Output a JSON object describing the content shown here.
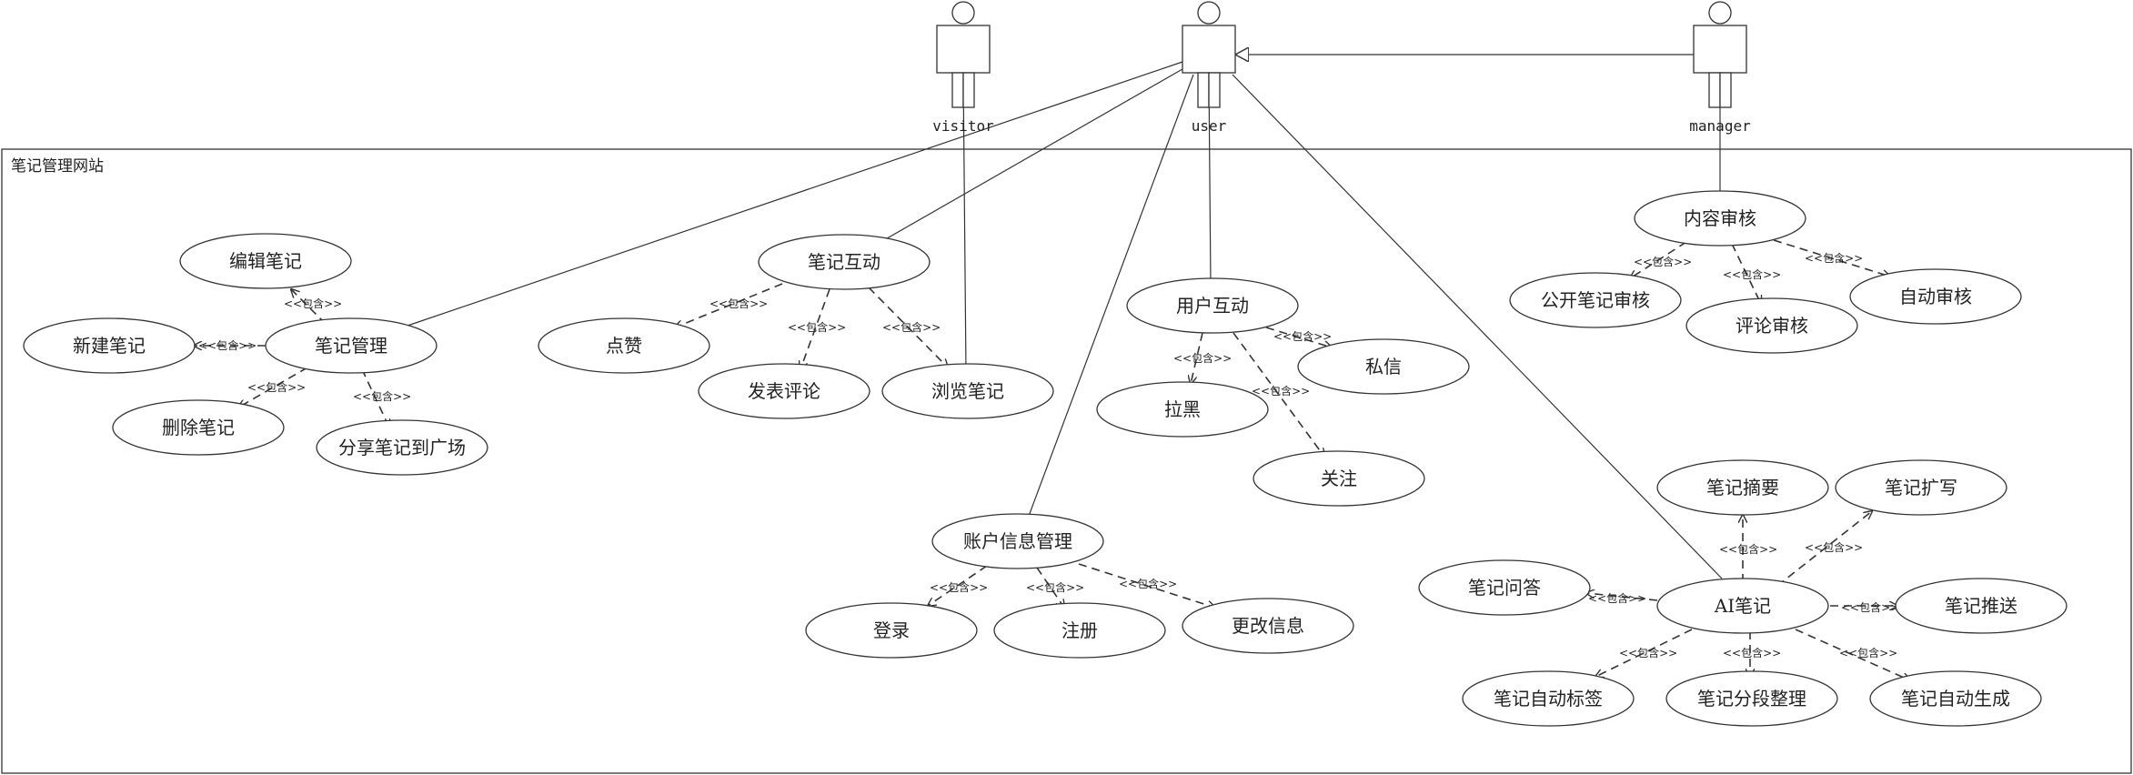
{
  "system_title": "笔记管理网站",
  "include_label": "<<包含>>",
  "actors": {
    "visitor": "visitor",
    "user": "user",
    "manager": "manager"
  },
  "usecases": {
    "edit_note": "编辑笔记",
    "note_mgmt": "笔记管理",
    "new_note": "新建笔记",
    "delete_note": "删除笔记",
    "share_note": "分享笔记到广场",
    "note_interact": "笔记互动",
    "like": "点赞",
    "comment": "发表评论",
    "browse": "浏览笔记",
    "user_interact": "用户互动",
    "block": "拉黑",
    "message": "私信",
    "follow": "关注",
    "account_mgmt": "账户信息管理",
    "login": "登录",
    "register": "注册",
    "update_info": "更改信息",
    "content_review": "内容审核",
    "public_review": "公开笔记审核",
    "comment_review": "评论审核",
    "auto_review": "自动审核",
    "ai_note": "AI笔记",
    "summary": "笔记摘要",
    "expand": "笔记扩写",
    "qa": "笔记问答",
    "push": "笔记推送",
    "auto_tag": "笔记自动标签",
    "segment": "笔记分段整理",
    "auto_gen": "笔记自动生成"
  }
}
